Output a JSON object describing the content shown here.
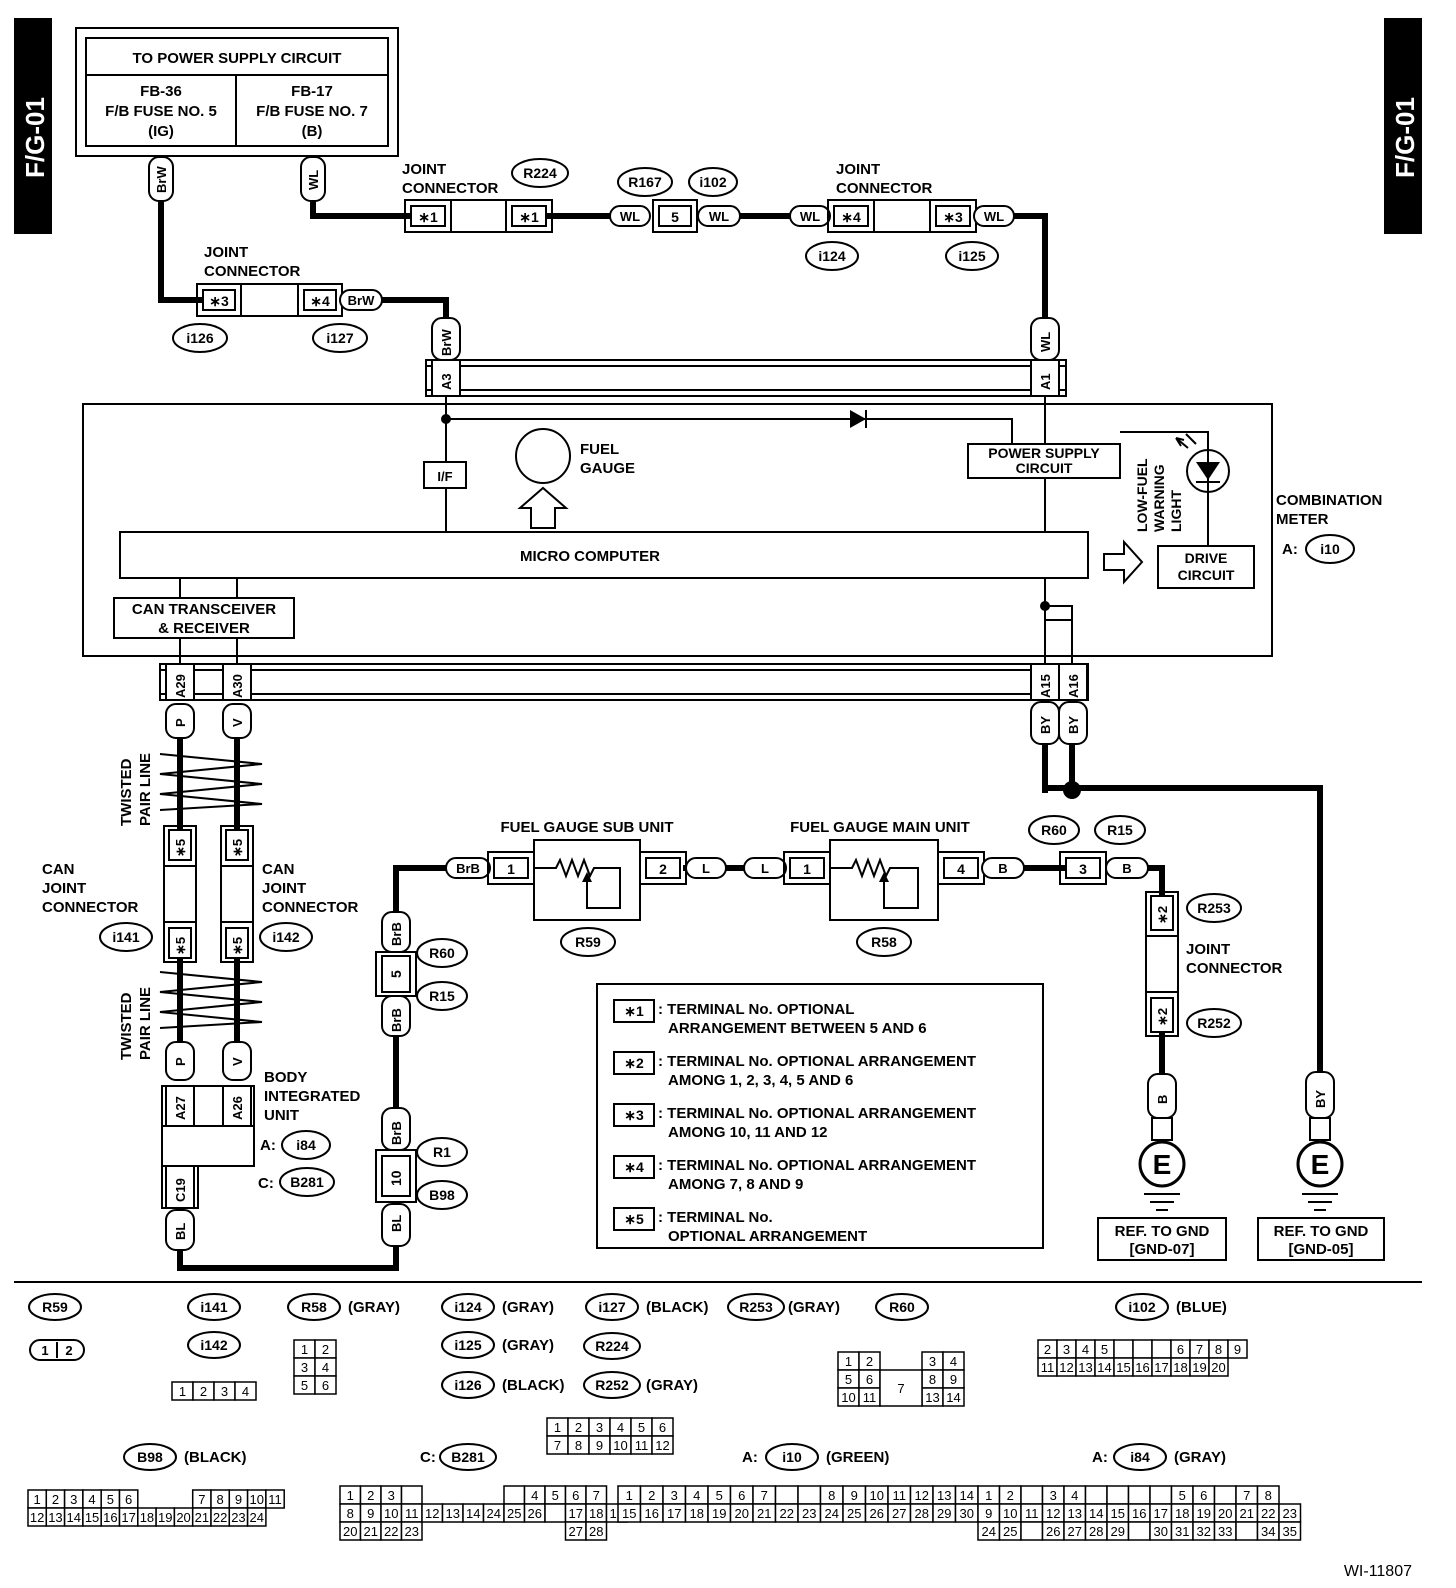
{
  "page_tags": {
    "left": "F/G-01",
    "right": "F/G-01",
    "figure_id": "WI-11807"
  },
  "power_supply": {
    "title": "TO POWER SUPPLY CIRCUIT",
    "left": [
      "FB-36",
      "F/B FUSE NO. 5",
      "(IG)"
    ],
    "right": [
      "FB-17",
      "F/B FUSE NO. 7",
      "(B)"
    ]
  },
  "wire_colors": {
    "BrW": "BrW",
    "WL": "WL",
    "P": "P",
    "V": "V",
    "BY": "BY",
    "BrB": "BrB",
    "L": "L",
    "B": "B",
    "BL": "BL"
  },
  "labels": {
    "joint_connector": [
      "JOINT",
      "CONNECTOR"
    ],
    "can_joint_connector": [
      "CAN",
      "JOINT",
      "CONNECTOR"
    ],
    "twisted_pair": [
      "TWISTED",
      "PAIR LINE"
    ],
    "body_integrated_unit": [
      "BODY",
      "INTEGRATED",
      "UNIT"
    ],
    "combination_meter": [
      "COMBINATION",
      "METER"
    ],
    "fuel_gauge": [
      "FUEL",
      "GAUGE"
    ],
    "micro_computer": "MICRO COMPUTER",
    "can_transceiver": [
      "CAN TRANSCEIVER",
      "& RECEIVER"
    ],
    "power_supply_circuit": [
      "POWER SUPPLY",
      "CIRCUIT"
    ],
    "low_fuel": [
      "LOW-FUEL",
      "WARNING",
      "LIGHT"
    ],
    "drive_circuit": [
      "DRIVE",
      "CIRCUIT"
    ],
    "if_box": "I/F",
    "fuel_gauge_sub_unit": "FUEL GAUGE SUB UNIT",
    "fuel_gauge_main_unit": "FUEL GAUGE MAIN UNIT",
    "ground": "E",
    "gnd07": [
      "REF. TO GND",
      "[GND-07]"
    ],
    "gnd05": [
      "REF. TO GND",
      "[GND-05]"
    ],
    "a_prefix": "A:",
    "c_prefix": "C:"
  },
  "terminals": {
    "s1": "∗1",
    "s2": "∗2",
    "s3": "∗3",
    "s4": "∗4",
    "s5": "∗5",
    "A1": "A1",
    "A3": "A3",
    "A15": "A15",
    "A16": "A16",
    "A29": "A29",
    "A30": "A30",
    "A26": "A26",
    "A27": "A27",
    "C19": "C19",
    "t1": "1",
    "t2": "2",
    "t3": "3",
    "t4": "4",
    "t5": "5",
    "t10": "10"
  },
  "connectors": {
    "R224": "R224",
    "R167": "R167",
    "i102": "i102",
    "i124": "i124",
    "i125": "i125",
    "i126": "i126",
    "i127": "i127",
    "i10": "i10",
    "i141": "i141",
    "i142": "i142",
    "i84": "i84",
    "B281": "B281",
    "R60": "R60",
    "R15": "R15",
    "R1": "R1",
    "B98": "B98",
    "R59": "R59",
    "R58": "R58",
    "R253": "R253",
    "R252": "R252"
  },
  "notes": [
    {
      "key": "∗1",
      "text": [
        ": TERMINAL No. OPTIONAL",
        "ARRANGEMENT BETWEEN 5 AND 6"
      ]
    },
    {
      "key": "∗2",
      "text": [
        ": TERMINAL No. OPTIONAL ARRANGEMENT",
        "AMONG 1, 2, 3, 4, 5 AND 6"
      ]
    },
    {
      "key": "∗3",
      "text": [
        ": TERMINAL No. OPTIONAL ARRANGEMENT",
        "AMONG 10, 11 AND 12"
      ]
    },
    {
      "key": "∗4",
      "text": [
        ": TERMINAL No. OPTIONAL ARRANGEMENT",
        "AMONG 7, 8 AND 9"
      ]
    },
    {
      "key": "∗5",
      "text": [
        ": TERMINAL No.",
        "OPTIONAL ARRANGEMENT"
      ]
    }
  ],
  "legend_colors": {
    "gray": "(GRAY)",
    "black": "(BLACK)",
    "blue": "(BLUE)",
    "green": "(GREEN)"
  }
}
